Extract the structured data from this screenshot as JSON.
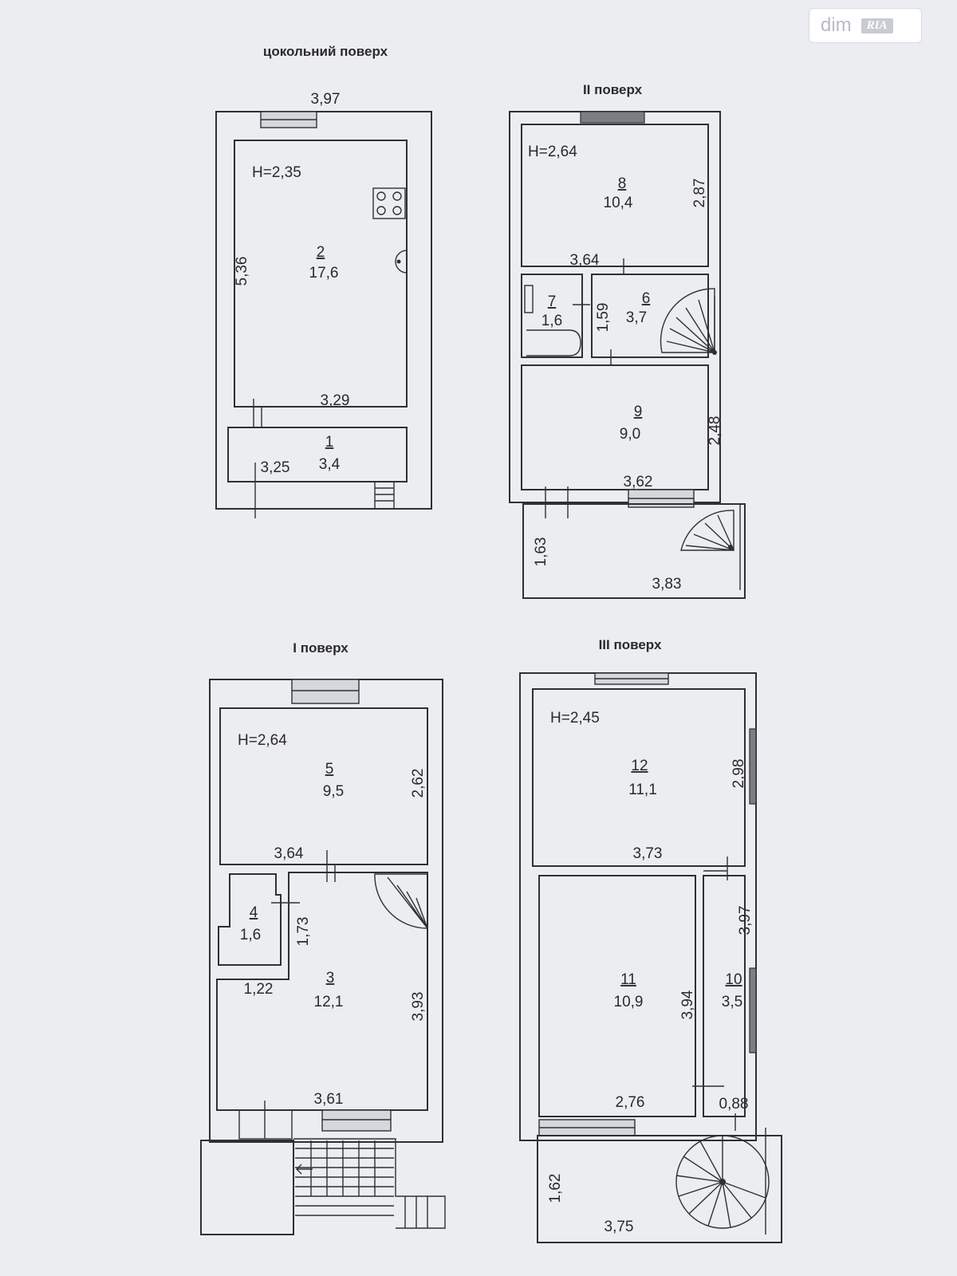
{
  "watermark": {
    "brand": "dim",
    "badge": "RIA"
  },
  "floors": {
    "basement": {
      "title": "цокольний поверх",
      "height": "H=2,35",
      "dims": {
        "top": "3,97",
        "left": "5,36",
        "room2_bottom": "3,29",
        "room1_width": "3,25"
      },
      "rooms": [
        {
          "number": "2",
          "area": "17,6"
        },
        {
          "number": "1",
          "area": "3,4"
        }
      ]
    },
    "floor2": {
      "title": "II поверх",
      "height": "H=2,64",
      "dims": {
        "right_top": "2,87",
        "mid": "3,64",
        "bath_depth": "1,59",
        "right_bottom": "2,48",
        "bottom": "3,62",
        "balcony_depth": "1,63",
        "balcony_width": "3,83"
      },
      "rooms": [
        {
          "number": "8",
          "area": "10,4"
        },
        {
          "number": "7",
          "area": "1,6"
        },
        {
          "number": "6",
          "area": "3,7"
        },
        {
          "number": "9",
          "area": "9,0"
        }
      ]
    },
    "floor1": {
      "title": "I поверх",
      "height": "H=2,64",
      "dims": {
        "right_top": "2,62",
        "mid": "3,64",
        "closet_depth": "1,73",
        "closet_width": "1,22",
        "right_bottom": "3,93",
        "bottom": "3,61"
      },
      "rooms": [
        {
          "number": "5",
          "area": "9,5"
        },
        {
          "number": "4",
          "area": "1,6"
        },
        {
          "number": "3",
          "area": "12,1"
        }
      ]
    },
    "floor3": {
      "title": "III поверх",
      "height": "H=2,45",
      "dims": {
        "right_top": "2,98",
        "mid": "3,73",
        "corridor_depth": "3,97",
        "room11_depth": "3,94",
        "room11_width": "2,76",
        "corridor_width": "0,88",
        "balcony_depth": "1,62",
        "balcony_width": "3,75"
      },
      "rooms": [
        {
          "number": "12",
          "area": "11,1"
        },
        {
          "number": "11",
          "area": "10,9"
        },
        {
          "number": "10",
          "area": "3,5"
        }
      ]
    }
  }
}
